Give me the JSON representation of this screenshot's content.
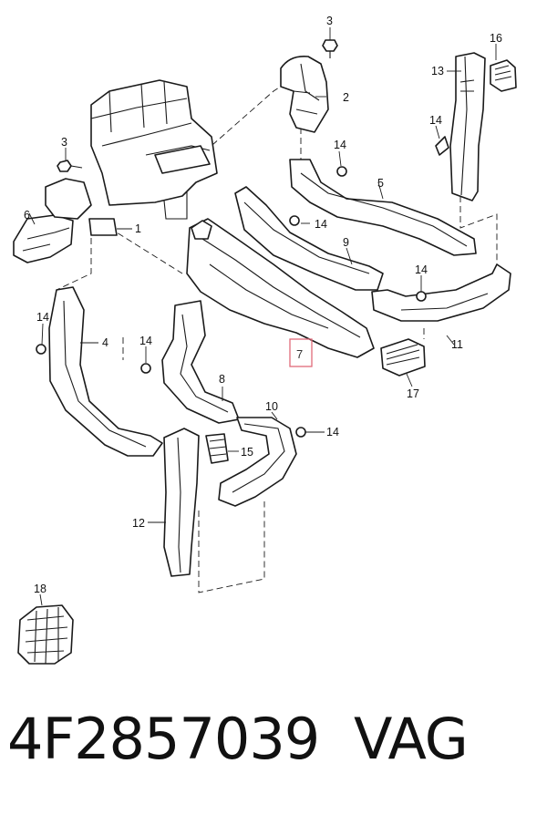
{
  "callouts": {
    "c3a": "3",
    "c2": "2",
    "c16": "16",
    "c13": "13",
    "c14a": "14",
    "c3b": "3",
    "c6": "6",
    "c1": "1",
    "c14b": "14",
    "c5": "5",
    "c14c": "14",
    "c9": "9",
    "c14d": "14",
    "c14e": "14",
    "c4": "4",
    "c14f": "14",
    "c7": "7",
    "c11": "11",
    "c17": "17",
    "c8": "8",
    "c10": "10",
    "c14g": "14",
    "c15": "15",
    "c12": "12",
    "c18": "18"
  },
  "highlight_color": "#e06a7a",
  "footer": {
    "part_number": "4F2857039",
    "brand": "VAG"
  }
}
